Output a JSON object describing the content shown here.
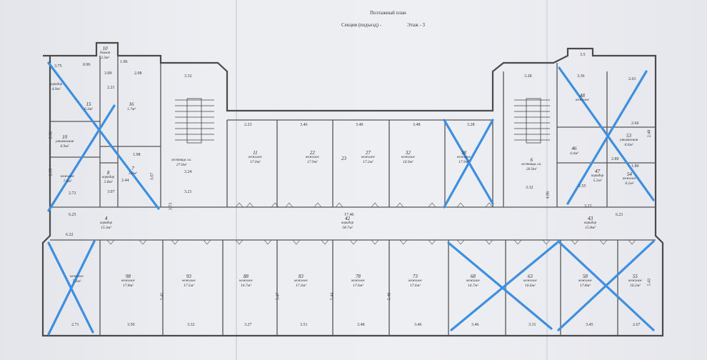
{
  "header": {
    "line1": "Поэтажный план",
    "line2_left": "Секция (подъезд) -",
    "line2_right": "Этаж - 3"
  },
  "rooms": [
    {
      "id": "r-tl-balcony",
      "num": "10",
      "type": "балкон",
      "area": "2.3м²"
    },
    {
      "id": "r-tl-corridor",
      "num": "",
      "type": "коридор",
      "area": "4.9м²"
    },
    {
      "id": "r-tl-15",
      "num": "15",
      "type": "",
      "area": "6.3м²"
    },
    {
      "id": "r-tl-16",
      "num": "16",
      "type": "",
      "area": "1.7м²"
    },
    {
      "id": "r-tl-bath",
      "num": "10",
      "type": "умывальная",
      "area": "6.9м²"
    },
    {
      "id": "r-tl-nezh",
      "num": "",
      "type": "нежилое",
      "area": "7.9м²"
    },
    {
      "id": "r-tl-8",
      "num": "8",
      "type": "коридор",
      "area": "5.8м²"
    },
    {
      "id": "r-tl-7",
      "num": "7",
      "type": "",
      "area": "3.0м²"
    },
    {
      "id": "r-stair-left",
      "num": "",
      "type": "лестница л.к.",
      "area": "27.0м²"
    },
    {
      "id": "r-corr-left",
      "num": "4",
      "type": "коридор",
      "area": "15.3м²"
    },
    {
      "id": "r-11",
      "num": "11",
      "type": "нежилое",
      "area": "17.0м²"
    },
    {
      "id": "r-22",
      "num": "22",
      "type": "нежилое",
      "area": "17.9м²"
    },
    {
      "id": "r-23",
      "num": "23",
      "type": "",
      "area": ""
    },
    {
      "id": "r-27",
      "num": "27",
      "type": "нежилое",
      "area": "17.2м²"
    },
    {
      "id": "r-32",
      "num": "32",
      "type": "нежилое",
      "area": "16.9м²"
    },
    {
      "id": "r-38",
      "num": "38",
      "type": "нежилое",
      "area": "17.9м²"
    },
    {
      "id": "r-stair-right",
      "num": "6",
      "type": "лестница л.к.",
      "area": "26.9м²"
    },
    {
      "id": "r-corr-main",
      "num": "42",
      "type": "коридор",
      "area": "58.7м²"
    },
    {
      "id": "r-tr-48",
      "num": "48",
      "type": "нежилое",
      "area": ""
    },
    {
      "id": "r-tr-53",
      "num": "53",
      "type": "умывальная",
      "area": "6.6м²"
    },
    {
      "id": "r-tr-46",
      "num": "46",
      "type": "",
      "area": "4.4м²"
    },
    {
      "id": "r-tr-47",
      "num": "47",
      "type": "коридор",
      "area": "5.2м²"
    },
    {
      "id": "r-tr-54",
      "num": "54",
      "type": "нежилое",
      "area": "6.2м²"
    },
    {
      "id": "r-corr-right",
      "num": "43",
      "type": "коридор",
      "area": "15.8м²"
    },
    {
      "id": "r-bl-2",
      "num": "",
      "type": "нежилое",
      "area": "7.2м²"
    },
    {
      "id": "r-98",
      "num": "98",
      "type": "нежилое",
      "area": "17.8м²"
    },
    {
      "id": "r-93",
      "num": "93",
      "type": "нежилое",
      "area": "17.5м²"
    },
    {
      "id": "r-88",
      "num": "88",
      "type": "нежилое",
      "area": "16.7м²"
    },
    {
      "id": "r-83",
      "num": "83",
      "type": "нежилое",
      "area": "17.3м²"
    },
    {
      "id": "r-78",
      "num": "78",
      "type": "нежилое",
      "area": "17.6м²"
    },
    {
      "id": "r-73",
      "num": "73",
      "type": "нежилое",
      "area": "17.6м²"
    },
    {
      "id": "r-68",
      "num": "68",
      "type": "нежилое",
      "area": "16.7м²"
    },
    {
      "id": "r-63",
      "num": "63",
      "type": "нежилое",
      "area": "16.6м²"
    },
    {
      "id": "r-58",
      "num": "58",
      "type": "нежилое",
      "area": "17.8м²"
    },
    {
      "id": "r-55",
      "num": "55",
      "type": "нежилое",
      "area": "16.2м²"
    }
  ],
  "dimensions": {
    "d1": "3.75",
    "d2": "3.09",
    "d3": "2.08",
    "d4": "3.32",
    "d5": "2.23",
    "d6": "3.46",
    "d7": "3.40",
    "d8": "3.48",
    "d9": "3.28",
    "d10": "3.28",
    "d11": "3.36",
    "d12": "2.32",
    "d13": "2.95",
    "d14": "2.72",
    "d15": "1.98",
    "d16": "3.24",
    "d17": "3.21",
    "d18": "3.07",
    "d19": "6.25",
    "d20": "6.22",
    "d21": "3.73",
    "d22": "17.46",
    "d23": "2.71",
    "d24": "3.50",
    "d25": "3.32",
    "d26": "3.27",
    "d27": "3.51",
    "d28": "3.48",
    "d29": "3.46",
    "d30": "3.46",
    "d31": "3.31",
    "d32": "3.45",
    "d33": "2.67",
    "d34": "6.21",
    "d35": "2.66",
    "d36": "1.89",
    "d37": "3.32",
    "d38": "4.86",
    "d39": "3.22",
    "d40": "2.48",
    "d41": "5.45",
    "d42": "5.47",
    "d43": "5.48",
    "d44": "1.96",
    "d45": "3.5",
    "d46": "2.63",
    "d47": "0.96",
    "d48": "2.21",
    "d49": "3.07",
    "d50": "2.55",
    "d51": "2.89",
    "d52": "2.44",
    "d53": "5.44",
    "d54": "5.43"
  },
  "colors": {
    "cross": "#3d8fe0",
    "wall": "#4a4a4a",
    "paper": "#eceef2"
  }
}
